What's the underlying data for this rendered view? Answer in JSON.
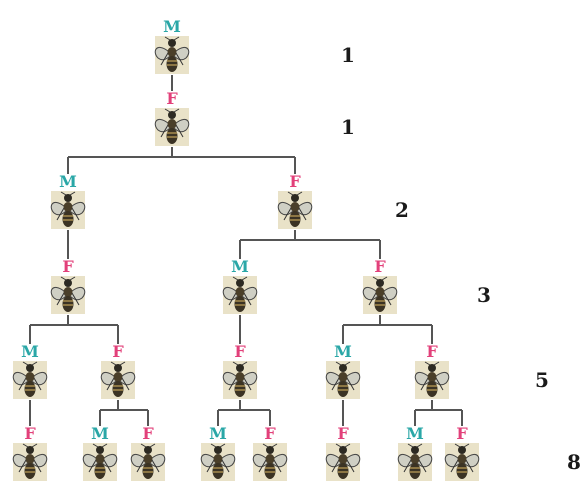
{
  "colors": {
    "male": "#2aa7a7",
    "female": "#e2407a",
    "line": "#555555",
    "bee_tile": "#e9e2c8"
  },
  "labels": {
    "male": "M",
    "female": "F"
  },
  "generations": [
    {
      "count": "1",
      "individuals": [
        "M"
      ]
    },
    {
      "count": "1",
      "individuals": [
        "F"
      ]
    },
    {
      "count": "2",
      "individuals": [
        "M",
        "F"
      ]
    },
    {
      "count": "3",
      "individuals": [
        "F",
        "M",
        "F"
      ]
    },
    {
      "count": "5",
      "individuals": [
        "M",
        "F",
        "F",
        "M",
        "F"
      ]
    },
    {
      "count": "8",
      "individuals": [
        "F",
        "M",
        "F",
        "M",
        "F",
        "F",
        "M",
        "F"
      ]
    }
  ],
  "icon": "bee-icon"
}
